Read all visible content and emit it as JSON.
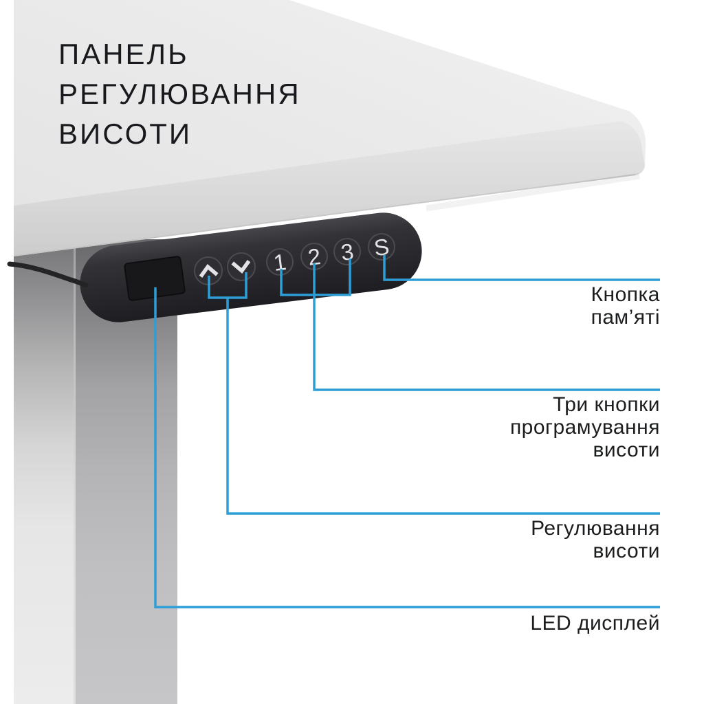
{
  "meta": {
    "type": "product-infographic",
    "language": "uk"
  },
  "title": {
    "lines": [
      "ПАНЕЛЬ",
      "РЕГУЛЮВАННЯ",
      "ВИСОТИ"
    ]
  },
  "panel": {
    "display": {
      "name": "led-display"
    },
    "buttons": [
      {
        "id": "up",
        "icon": "chevron-up-icon"
      },
      {
        "id": "down",
        "icon": "chevron-down-icon"
      },
      {
        "id": "preset-1",
        "glyph": "1"
      },
      {
        "id": "preset-2",
        "glyph": "2"
      },
      {
        "id": "preset-3",
        "glyph": "3"
      },
      {
        "id": "memory",
        "glyph": "S"
      }
    ]
  },
  "annotations": [
    {
      "id": "memory-button",
      "lines": [
        "Кнопка",
        "пам’яті"
      ]
    },
    {
      "id": "preset-buttons",
      "lines": [
        "Три кнопки",
        "програмування",
        "висоти"
      ]
    },
    {
      "id": "height-adjustment",
      "lines": [
        "Регулювання",
        "висоти"
      ]
    },
    {
      "id": "led-display",
      "lines": [
        "LED дисплей"
      ]
    }
  ],
  "colors": {
    "accent_blue": "#2d9fd6",
    "panel_black": "#2c2c30",
    "desk_surface": "#ebebeb",
    "desk_edge": "#d8d8d8",
    "leg_left_gray": "#e3e3e3",
    "leg_right_gray": "#b7b7b7",
    "text_dark": "#1b1d1f",
    "background": "#ffffff"
  }
}
